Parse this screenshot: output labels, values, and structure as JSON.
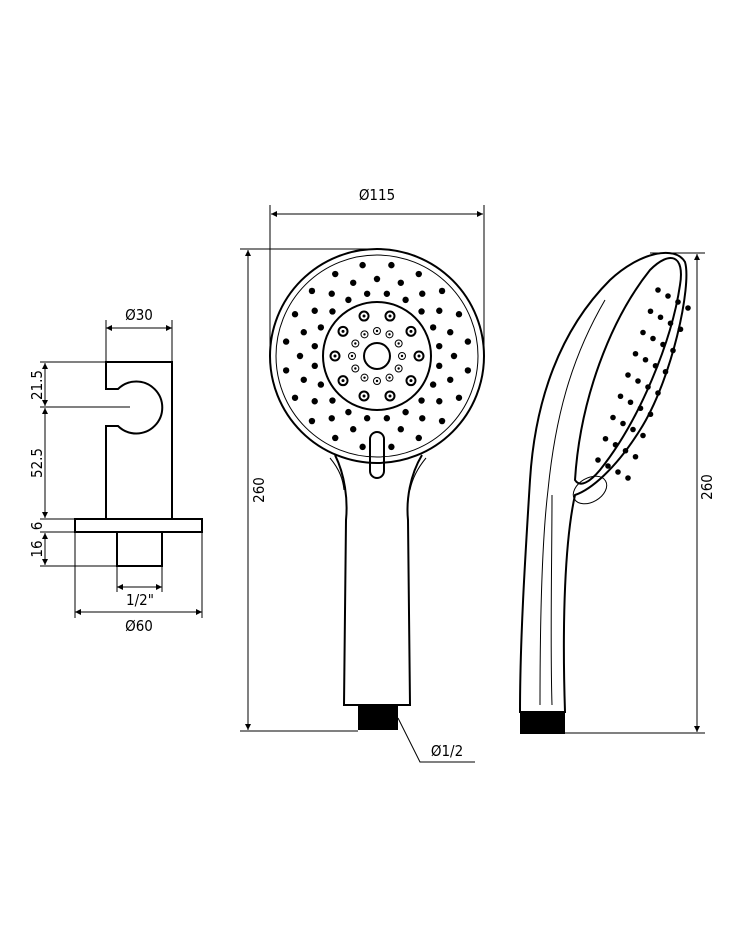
{
  "bracket": {
    "dia_top": "Ø30",
    "dim_notch": "21.5",
    "dim_body": "52.5",
    "dim_plate": "6",
    "dim_stub": "16",
    "thread": "1/2\"",
    "dia_base": "Ø60"
  },
  "front_view": {
    "dia_head": "Ø115",
    "height": "260",
    "thread_dia": "Ø1/2"
  },
  "side_view": {
    "height": "260"
  }
}
